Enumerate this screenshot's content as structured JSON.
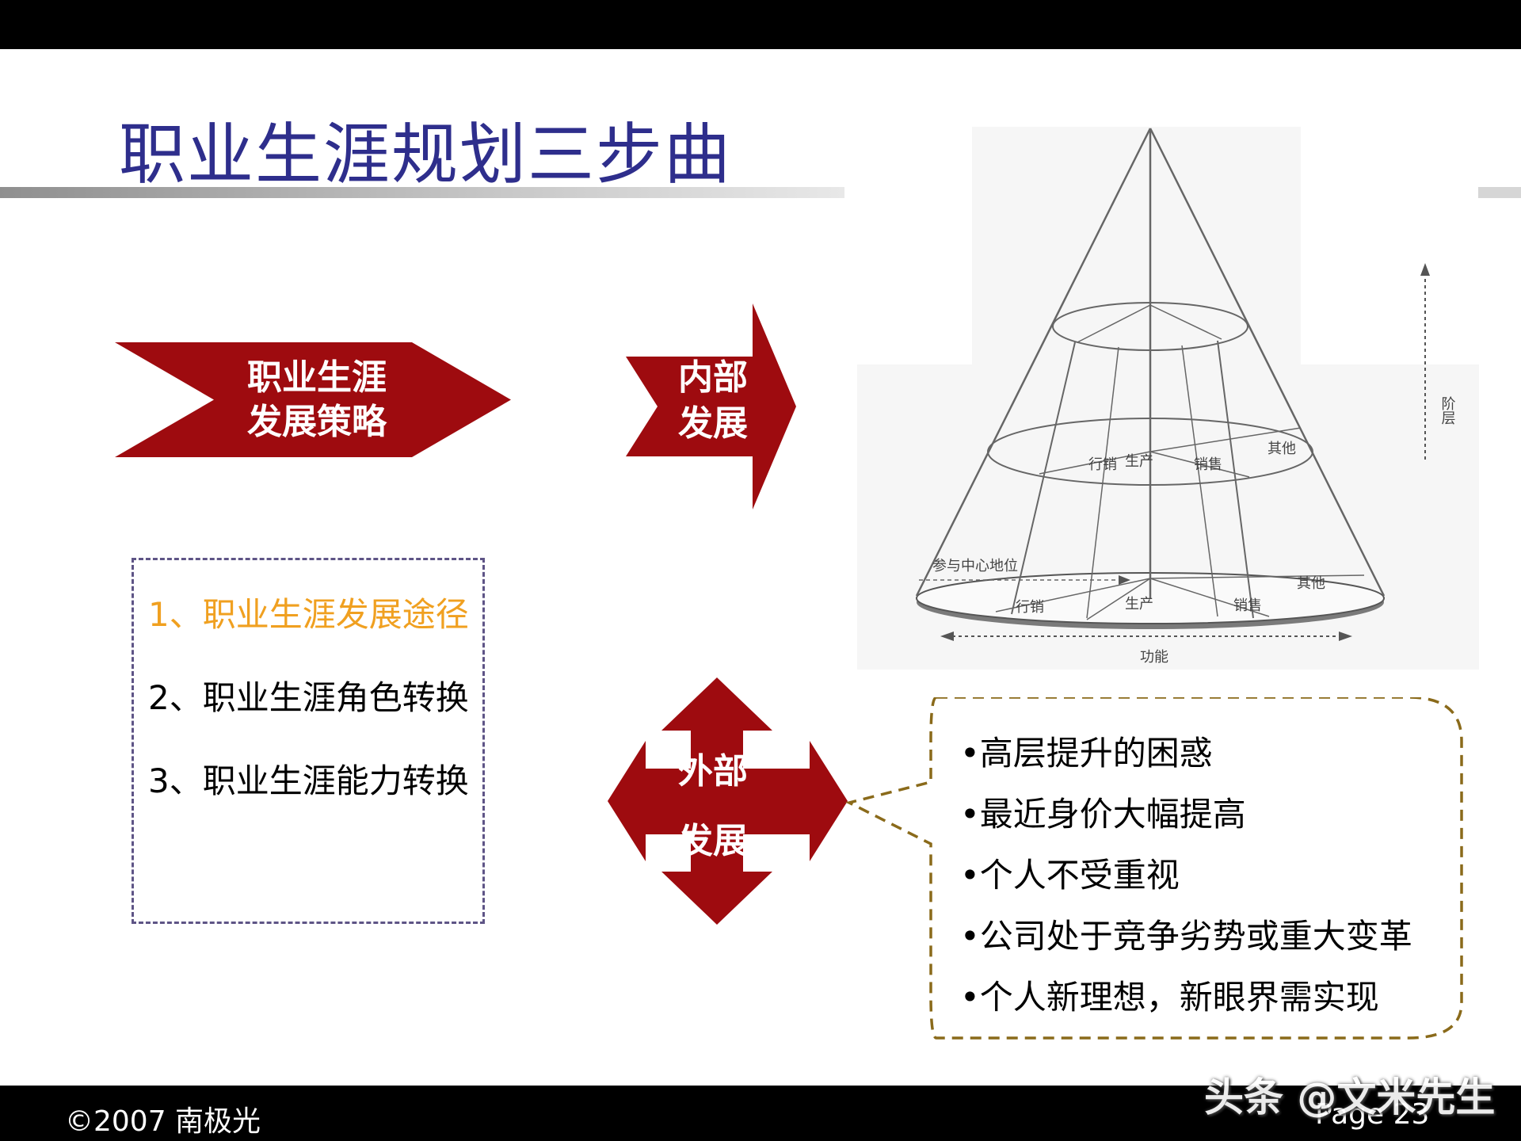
{
  "title": "职业生涯规划三步曲",
  "strategy_banner": {
    "line1": "职业生涯",
    "line2": "发展策略"
  },
  "internal_arrow": {
    "line1": "内部",
    "line2": "发展"
  },
  "external_cross": {
    "line1": "外部",
    "line2": "发展"
  },
  "steps": [
    {
      "label": "1、职业生涯发展途径",
      "active": true
    },
    {
      "label": "2、职业生涯角色转换",
      "active": false
    },
    {
      "label": "3、职业生涯能力转换",
      "active": false
    }
  ],
  "pyramid_labels": {
    "vertical_axis": "阶层",
    "horizontal_axis": "功能",
    "center_arrow": "参与中心地位",
    "mid_ring": [
      "行销",
      "生产",
      "销售",
      "其他"
    ],
    "base_ring": [
      "行销",
      "生产",
      "销售",
      "其他"
    ]
  },
  "external_reasons": [
    "•高层提升的困惑",
    "•最近身价大幅提高",
    "•个人不受重视",
    "•公司处于竞争劣势或重大变革",
    "•个人新理想，新眼界需实现"
  ],
  "footer": {
    "copyright": "©2007 南极光",
    "page": "Page 23"
  },
  "watermark": "头条 @文米先生",
  "colors": {
    "title": "#2e2e8c",
    "shape_fill": "#9e0b0f",
    "active_step": "#f0a020",
    "list_border": "#5e5486",
    "callout_border": "#8a6a1a"
  }
}
